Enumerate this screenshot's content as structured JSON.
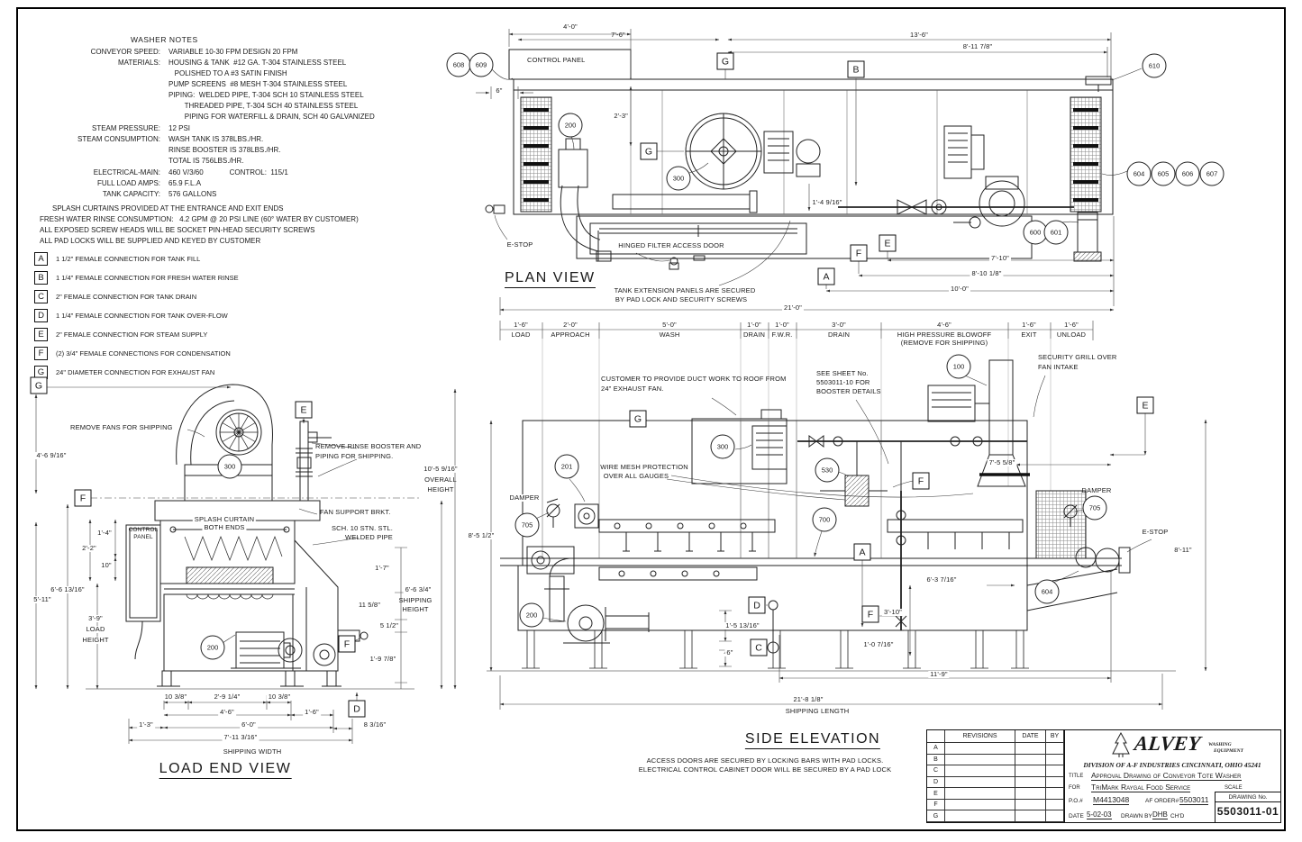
{
  "notes": {
    "title": "WASHER NOTES",
    "specs": [
      {
        "label": "CONVEYOR SPEED:",
        "value": "VARIABLE 10-30 FPM DESIGN 20 FPM"
      },
      {
        "label": "MATERIALS:",
        "value": "HOUSING & TANK  #12 GA. T-304 STAINLESS STEEL"
      },
      {
        "label": "",
        "value": "   POLISHED TO A #3 SATIN FINISH"
      },
      {
        "label": "",
        "value": "PUMP SCREENS  #8 MESH T-304 STAINLESS STEEL"
      },
      {
        "label": "",
        "value": "PIPING:  WELDED PIPE, T-304 SCH 10 STAINLESS STEEL"
      },
      {
        "label": "",
        "value": "        THREADED PIPE, T-304 SCH 40 STAINLESS STEEL"
      },
      {
        "label": "",
        "value": "        PIPING FOR WATERFILL & DRAIN, SCH 40 GALVANIZED"
      },
      {
        "label": "STEAM PRESSURE:",
        "value": "12 PSI"
      },
      {
        "label": "STEAM CONSUMPTION:",
        "value": "WASH TANK IS 378LBS./HR."
      },
      {
        "label": "",
        "value": "RINSE BOOSTER IS 378LBS./HR."
      },
      {
        "label": "",
        "value": "TOTAL IS 756LBS./HR."
      },
      {
        "label": "ELECTRICAL-MAIN:",
        "value": "460 V/3/60             CONTROL:  115/1"
      },
      {
        "label": "FULL LOAD AMPS:",
        "value": "65.9 F.L.A"
      },
      {
        "label": "TANK CAPACITY:",
        "value": "576 GALLONS"
      }
    ],
    "general": [
      "SPLASH CURTAINS PROVIDED AT THE ENTRANCE AND EXIT ENDS",
      "FRESH WATER RINSE CONSUMPTION:   4.2 GPM @ 20 PSI LINE (60° WATER BY CUSTOMER)",
      "ALL EXPOSED SCREW HEADS WILL BE SOCKET PIN-HEAD SECURITY SCREWS",
      "ALL PAD LOCKS WILL BE SUPPLIED AND KEYED BY CUSTOMER"
    ],
    "connections": [
      {
        "key": "A",
        "text": "1 1/2\" FEMALE CONNECTION FOR TANK FILL"
      },
      {
        "key": "B",
        "text": "1 1/4\" FEMALE CONNECTION FOR FRESH WATER RINSE"
      },
      {
        "key": "C",
        "text": "2\" FEMALE CONNECTION FOR TANK DRAIN"
      },
      {
        "key": "D",
        "text": "1 1/4\" FEMALE CONNECTION FOR TANK OVER-FLOW"
      },
      {
        "key": "E",
        "text": "2\" FEMALE CONNECTION FOR STEAM SUPPLY"
      },
      {
        "key": "F",
        "text": "(2) 3/4\" FEMALE CONNECTIONS FOR CONDENSATION"
      },
      {
        "key": "G",
        "text": "24\" DIAMETER CONNECTION FOR EXHAUST FAN"
      }
    ]
  },
  "plan": {
    "labels": {
      "title": "PLAN VIEW",
      "control_panel": "CONTROL PANEL",
      "estop": "E-STOP",
      "hinged": "HINGED FILTER ACCESS DOOR",
      "ext1": "TANK EXTENSION PANELS ARE SECURED",
      "ext2": "BY PAD LOCK AND SECURITY SCREWS"
    },
    "dims": {
      "d40": "4'-0\"",
      "d76": "7'-6\"",
      "d136": "13'-6\"",
      "d8117": "8'-11 7/8\"",
      "d6": "6\"",
      "d23": "2'-3\"",
      "d14916": "1'-4 9/16\"",
      "d710": "7'-10\"",
      "d81018": "8'-10 1/8\"",
      "d100": "10'-0\"",
      "d210": "21'-0\""
    },
    "balloons": [
      "608",
      "609",
      "200",
      "300",
      "610",
      "604",
      "605",
      "606",
      "607",
      "600",
      "601"
    ],
    "refs": [
      "G",
      "B",
      "G",
      "E",
      "F",
      "A"
    ]
  },
  "side": {
    "sections": [
      {
        "dim": "1'-6\"",
        "name": "LOAD"
      },
      {
        "dim": "2'-0\"",
        "name": "APPROACH"
      },
      {
        "dim": "5'-0\"",
        "name": "WASH"
      },
      {
        "dim": "1'-0\"",
        "name": "DRAIN"
      },
      {
        "dim": "1'-0\"",
        "name": "F.W.R."
      },
      {
        "dim": "3'-0\"",
        "name": "DRAIN"
      },
      {
        "dim": "4'-6\"",
        "name": "HIGH PRESSURE BLOWOFF",
        "name2": "(REMOVE FOR SHIPPING)"
      },
      {
        "dim": "1'-6\"",
        "name": "EXIT"
      },
      {
        "dim": "1'-6\"",
        "name": "UNLOAD"
      }
    ],
    "notes": {
      "title": "SIDE ELEVATION",
      "duct1": "CUSTOMER TO PROVIDE DUCT WORK TO ROOF FROM",
      "duct2": "24\" EXHAUST FAN.",
      "sheet1": "SEE SHEET No.",
      "sheet2": "5503011-10 FOR",
      "sheet3": "BOOSTER DETAILS",
      "grill1": "SECURITY GRILL OVER",
      "grill2": "FAN INTAKE",
      "mesh1": "WIRE MESH PROTECTION",
      "mesh2": "OVER ALL GAUGES",
      "damper": "DAMPER",
      "estop": "E-STOP",
      "access1": "ACCESS DOORS ARE SECURED BY LOCKING BARS WITH PAD LOCKS.",
      "access2": "ELECTRICAL CONTROL CABINET DOOR WILL BE SECURED BY A PAD LOCK"
    },
    "dims": {
      "h85": "8'-5 1/2\"",
      "d7558": "7'-5 5/8\"",
      "h811": "8'-11\"",
      "d151316": "1'-5 13/16\"",
      "d6": "6\"",
      "d310": "3'-10\"",
      "d10716": "1'-0 7/16\"",
      "d63716": "6'-3 7/16\"",
      "d119": "11'-9\"",
      "ship": "21'-8 1/8\"",
      "ship_label": "SHIPPING LENGTH"
    },
    "balloons": [
      "100",
      "300",
      "201",
      "705",
      "530",
      "700",
      "705",
      "604",
      "200"
    ],
    "refs": [
      "G",
      "E",
      "F",
      "A",
      "D",
      "C",
      "F"
    ]
  },
  "load": {
    "notes": {
      "title": "LOAD END VIEW",
      "fans": "REMOVE FANS FOR SHIPPING",
      "booster1": "REMOVE RINSE BOOSTER AND",
      "booster2": "PIPING FOR SHIPPING.",
      "curtain1": "SPLASH CURTAIN",
      "curtain2": "BOTH ENDS",
      "cp1": "CONTROL",
      "cp2": "PANEL",
      "brkt": "FAN SUPPORT BRKT.",
      "pipe1": "SCH. 10 STN. STL.",
      "pipe2": "WELDED PIPE",
      "shipw": "SHIPPING WIDTH"
    },
    "dims": {
      "overall": "10'-5 9/16\"",
      "overall2": "OVERALL",
      "overall3": "HEIGHT",
      "h4": "4'-6 9/16\"",
      "h5": "5'-11\"",
      "h6": "6'-6 13/16\"",
      "v14": "1'-4\"",
      "v22": "2'-2\"",
      "v10": "10\"",
      "l39": "3'-9\"",
      "lload": "LOAD",
      "lheight": "HEIGHT",
      "r17": "1'-7\"",
      "sh": "6'-6 3/4\"",
      "sh2": "SHIPPING",
      "sh3": "HEIGHT",
      "r1158": "11 5/8\"",
      "r512": "5 1/2\"",
      "r1978": "1'-9 7/8\"",
      "b1038a": "10 3/8\"",
      "b2914": "2'-9 1/4\"",
      "b1038b": "10 3/8\"",
      "b46": "4'-6\"",
      "b16": "1'-6\"",
      "b13": "1'-3\"",
      "b60": "6'-0\"",
      "b8316": "8 3/16\"",
      "b711316": "7'-11 3/16\""
    },
    "balloons": [
      "300",
      "200"
    ],
    "refs": [
      "G",
      "E",
      "F",
      "F",
      "D"
    ]
  },
  "title_block": {
    "rev_header": "REVISIONS",
    "date_header": "DATE",
    "by_header": "BY",
    "rev_rows": [
      "A",
      "B",
      "C",
      "D",
      "E",
      "F",
      "G"
    ],
    "logo": "ALVEY",
    "logo_sub1": "WASHING",
    "logo_sub2": "EQUIPMENT",
    "division": "DIVISION OF A-F INDUSTRIES CINCINNATI, OHIO 45241",
    "title_label": "TITLE",
    "title_value": "Approval Drawing of Conveyor Tote Washer",
    "for_label": "FOR",
    "for_value": "TriMark Raygal Food Service",
    "scale_label": "SCALE",
    "po_label": "P.O.#",
    "po_value": "M4413048",
    "order_label": "AF ORDER#",
    "order_value": "5503011",
    "dwg_label": "DRAWING No.",
    "dwg_no": "5503011-01",
    "date_label": "DATE",
    "date_value": "5-02-03",
    "drawn_label": "DRAWN BY",
    "drawn_value": "DHB",
    "chd_label": "CH'D"
  }
}
